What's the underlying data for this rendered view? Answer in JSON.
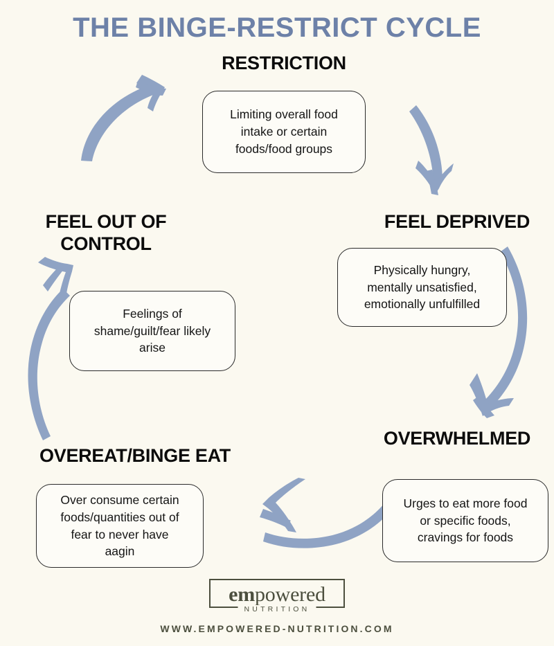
{
  "page": {
    "title": "THE BINGE-RESTRICT CYCLE",
    "background_color": "#fbf9f0",
    "title_color": "#6d81a8",
    "arrow_color": "#8fa3c4",
    "heading_color": "#0c0c0c",
    "brand_color": "#4c4f3e"
  },
  "cycle": {
    "type": "cycle-diagram",
    "direction": "clockwise",
    "stages": [
      {
        "id": "restriction",
        "heading": "RESTRICTION",
        "description": "Limiting overall food\nintake or certain\nfoods/food groups",
        "position": "top-center"
      },
      {
        "id": "feel-deprived",
        "heading": "FEEL DEPRIVED",
        "description": "Physically hungry,\nmentally unsatisfied,\nemotionally unfulfilled",
        "position": "right-upper"
      },
      {
        "id": "overwhelmed",
        "heading": "OVERWHELMED",
        "description": "Urges to eat more food\nor specific foods,\ncravings for foods",
        "position": "right-lower"
      },
      {
        "id": "overeat-binge-eat",
        "heading": "OVEREAT/BINGE EAT",
        "description": "Over consume certain\nfoods/quantities out of\nfear to never have\naagin",
        "position": "left-lower"
      },
      {
        "id": "feel-out-of-control",
        "heading": "FEEL OUT OF\nCONTROL",
        "description": "Feelings of\nshame/guilt/fear likely\narise",
        "position": "left-upper"
      }
    ],
    "arrows": [
      {
        "id": "arrow-restriction-to-deprived",
        "from": "restriction",
        "to": "feel-deprived"
      },
      {
        "id": "arrow-deprived-to-overwhelmed",
        "from": "feel-deprived",
        "to": "overwhelmed"
      },
      {
        "id": "arrow-overwhelmed-to-overeat",
        "from": "overwhelmed",
        "to": "overeat-binge-eat"
      },
      {
        "id": "arrow-overeat-to-out-of-control",
        "from": "overeat-binge-eat",
        "to": "feel-out-of-control"
      },
      {
        "id": "arrow-out-of-control-to-restriction",
        "from": "feel-out-of-control",
        "to": "restriction"
      }
    ]
  },
  "footer": {
    "logo_word": "empowered",
    "logo_word_prefix": "em",
    "logo_word_suffix": "powered",
    "logo_sub": "NUTRITION",
    "url": "WWW.EMPOWERED-NUTRITION.COM"
  }
}
